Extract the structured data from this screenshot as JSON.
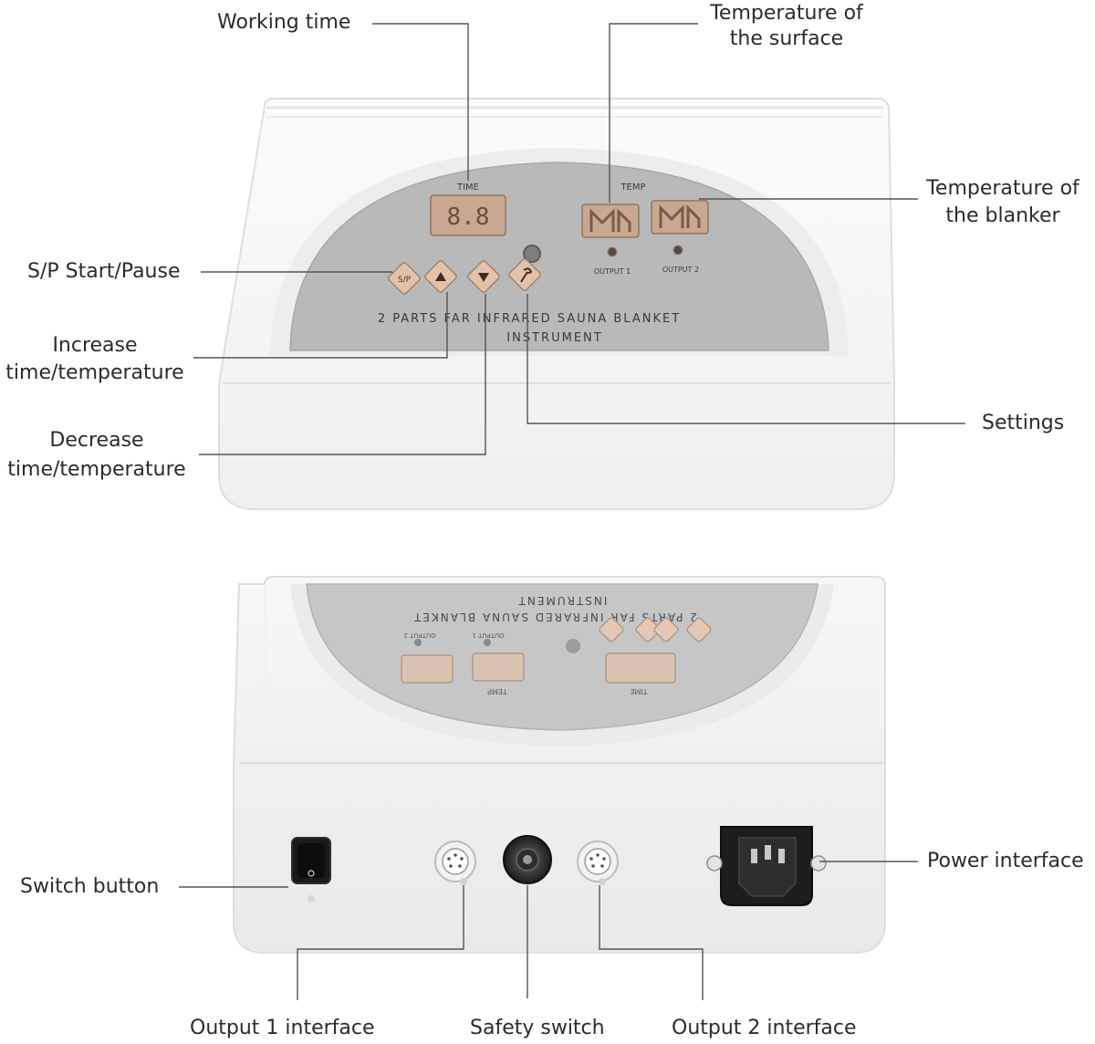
{
  "colors": {
    "device_body": "#f4f4f4",
    "device_edge": "#e2e2e2",
    "panel": "#b9b9b9",
    "panel_text": "#3a3a3a",
    "display": "#c9a88f",
    "leader_line": "#555555",
    "button": "#e4c2a8"
  },
  "device_front": {
    "time_label": "TIME",
    "time_display": "8.8",
    "temp_label": "TEMP",
    "output1_label": "OUTPUT 1",
    "output2_label": "OUTPUT 2",
    "sp_button": "S/P",
    "panel_title_line1": "2 PARTS FAR INFRARED SAUNA BLANKET",
    "panel_title_line2": "INSTRUMENT"
  },
  "device_back": {
    "panel_title_line1": "2 PARTS FAR INFRARED SAUNA BLANKET",
    "panel_title_line2": "INSTRUMENT",
    "time_label": "TIME",
    "temp_label": "TEMP",
    "output1_label": "OUTPUT 1",
    "output2_label": "OUTPUT 2"
  },
  "callouts": {
    "working_time": "Working time",
    "temp_surface_1": "Temperature of",
    "temp_surface_2": "the surface",
    "temp_blanket_1": "Temperature of",
    "temp_blanket_2": "the blanker",
    "start_pause": "S/P Start/Pause",
    "increase_1": "Increase",
    "increase_2": "time/temperature",
    "decrease_1": "Decrease",
    "decrease_2": "time/temperature",
    "settings": "Settings",
    "switch_button": "Switch button",
    "power_interface": "Power interface",
    "output1_interface": "Output 1 interface",
    "safety_switch": "Safety switch",
    "output2_interface": "Output 2 interface"
  },
  "icons": [
    "up-arrow-icon",
    "down-arrow-icon",
    "wrench-icon",
    "power-rocker-icon",
    "din-socket-icon",
    "iec-power-socket-icon"
  ]
}
